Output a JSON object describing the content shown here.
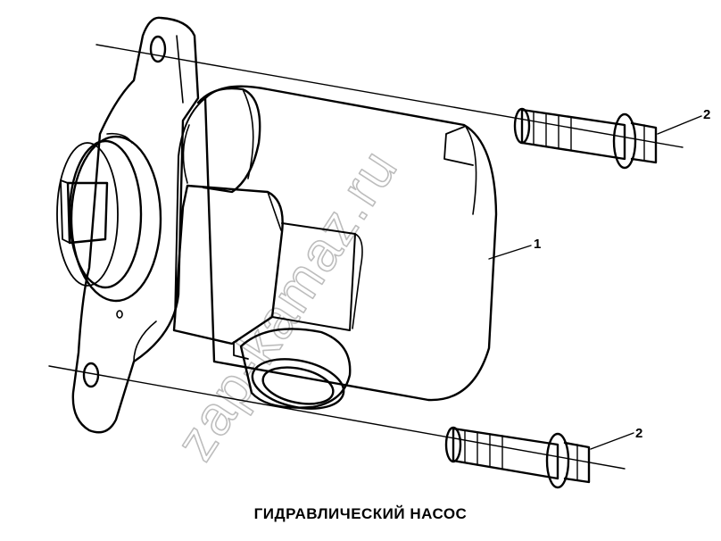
{
  "title": "ГИДРАВЛИЧЕСКИЙ НАСОС",
  "watermark": "zap-kamaz.ru",
  "callouts": [
    {
      "label": "1"
    },
    {
      "label": "2"
    },
    {
      "label": "2"
    }
  ]
}
